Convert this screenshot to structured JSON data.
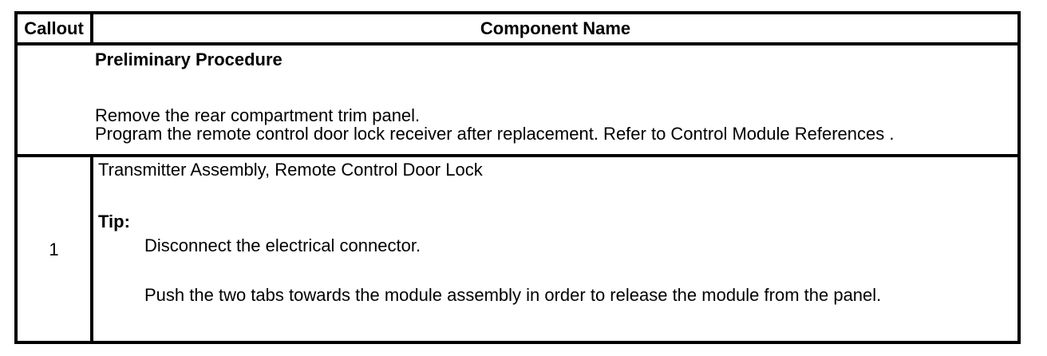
{
  "page": {
    "background": "#ffffff",
    "border_color": "#000000",
    "text_color": "#000000"
  },
  "table": {
    "header": {
      "callout_label": "Callout",
      "component_label": "Component Name"
    },
    "preliminary_row": {
      "title": "Preliminary Procedure",
      "steps": [
        "Remove the rear compartment trim panel.",
        "Program the remote control door lock receiver after replacement. Refer to Control Module References ."
      ]
    },
    "callout_rows": [
      {
        "callout": "1",
        "component_name": "Transmitter Assembly, Remote Control Door Lock",
        "tip_label": "Tip:",
        "tip_steps": [
          "Disconnect the electrical connector.",
          "Push the two tabs towards the module assembly in order to release the module from the panel."
        ]
      }
    ]
  }
}
